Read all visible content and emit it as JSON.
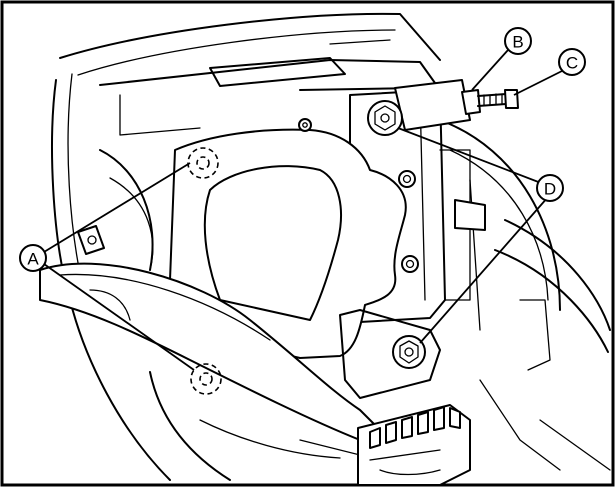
{
  "callouts": {
    "a": {
      "label": "A"
    },
    "b": {
      "label": "B"
    },
    "c": {
      "label": "C"
    },
    "d": {
      "label": "D"
    }
  },
  "colors": {
    "line": "#000000",
    "background": "#ffffff"
  }
}
